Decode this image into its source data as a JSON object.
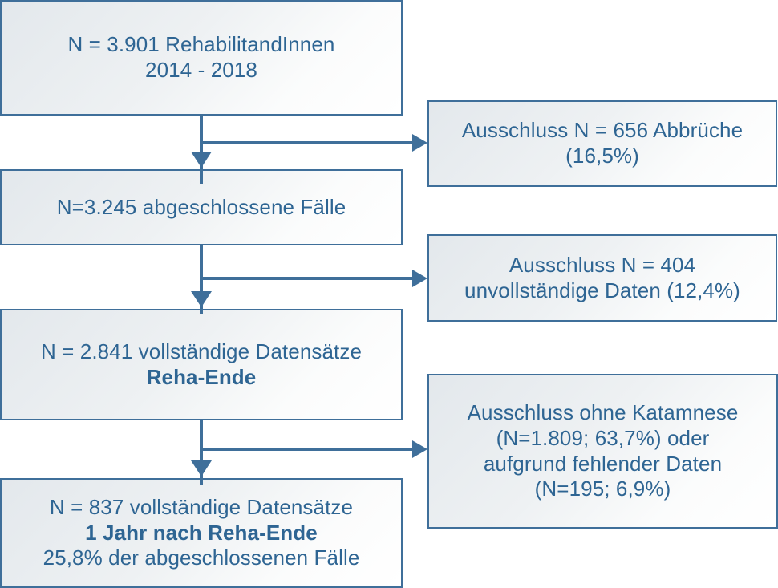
{
  "diagram": {
    "title": "Rehabilitanden-Flussdiagramm",
    "colors": {
      "border": "#3f6f9a",
      "text": "#2e6593",
      "fill_start": "#e3e8ec",
      "fill_end": "#ffffff",
      "connector": "#3f6f9a"
    },
    "main_nodes": [
      {
        "id": "main-1",
        "lines": [
          {
            "text": "N = 3.901 RehabilitandInnen",
            "bold": false
          },
          {
            "text": "2014 - 2018",
            "bold": false
          }
        ]
      },
      {
        "id": "main-2",
        "lines": [
          {
            "text": "N=3.245 abgeschlossene Fälle",
            "bold": false
          }
        ]
      },
      {
        "id": "main-3",
        "lines": [
          {
            "text": "N = 2.841 vollständige Datensätze",
            "bold": false
          },
          {
            "text": "Reha-Ende",
            "bold": true
          }
        ]
      },
      {
        "id": "main-4",
        "lines": [
          {
            "text": "N = 837 vollständige Datensätze",
            "bold": false
          },
          {
            "text": "1 Jahr nach Reha-Ende",
            "bold": true
          },
          {
            "text": "25,8% der abgeschlossenen Fälle",
            "bold": false
          }
        ]
      }
    ],
    "exclusion_nodes": [
      {
        "id": "excl-1",
        "lines": [
          {
            "text": "Ausschluss N = 656 Abbrüche",
            "bold": false
          },
          {
            "text": "(16,5%)",
            "bold": false
          }
        ]
      },
      {
        "id": "excl-2",
        "lines": [
          {
            "text": "Ausschluss N = 404",
            "bold": false
          },
          {
            "text": "unvollständige Daten (12,4%)",
            "bold": false
          }
        ]
      },
      {
        "id": "excl-3",
        "lines": [
          {
            "text": "Ausschluss ohne Katamnese",
            "bold": false
          },
          {
            "text": "(N=1.809; 63,7%) oder",
            "bold": false
          },
          {
            "text": "aufgrund fehlender Daten",
            "bold": false
          },
          {
            "text": "(N=195; 6,9%)",
            "bold": false
          }
        ]
      }
    ],
    "connectors": [
      {
        "id": "conn-1",
        "from": "main-1",
        "to_down": "main-2",
        "to_right": "excl-1"
      },
      {
        "id": "conn-2",
        "from": "main-2",
        "to_down": "main-3",
        "to_right": "excl-2"
      },
      {
        "id": "conn-3",
        "from": "main-3",
        "to_down": "main-4",
        "to_right": "excl-3"
      }
    ]
  }
}
